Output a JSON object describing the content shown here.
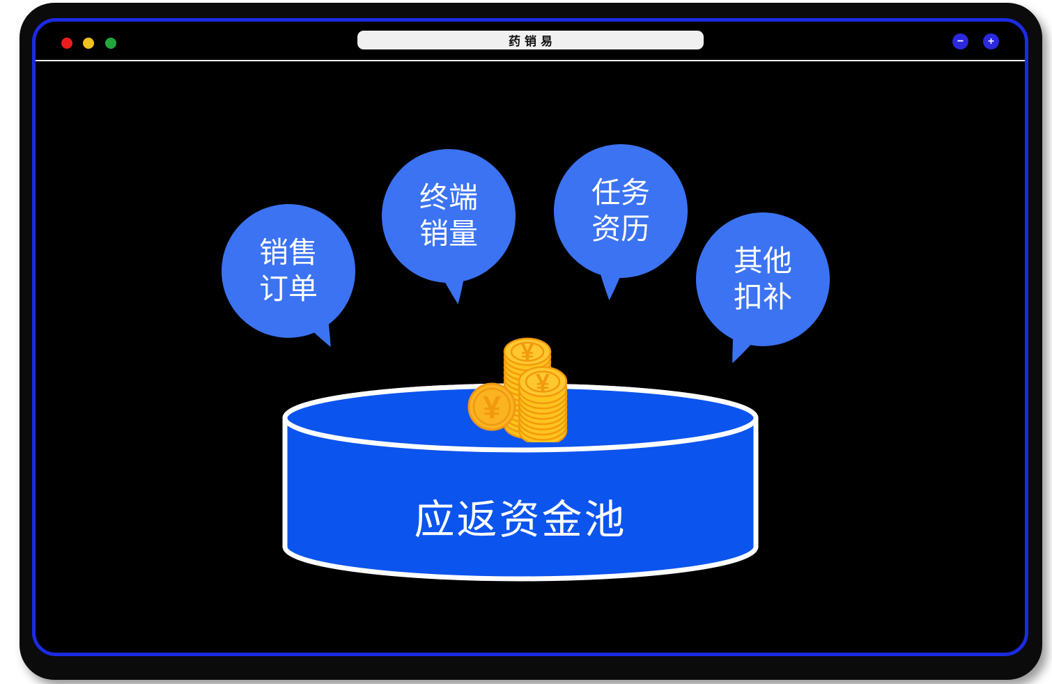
{
  "window": {
    "title": "药销易",
    "minimize_button_glyph": "−",
    "add_button_glyph": "+"
  },
  "diagram": {
    "bubbles": [
      {
        "line1": "销售",
        "line2": "订单"
      },
      {
        "line1": "终端",
        "line2": "销量"
      },
      {
        "line1": "任务",
        "line2": "资历"
      },
      {
        "line1": "其他",
        "line2": "扣补"
      }
    ],
    "pool_label": "应返资金池",
    "currency_symbol": "¥"
  },
  "colors": {
    "bubble_blue": "#3B73F2",
    "pool_blue": "#0C54EE",
    "frame_border_blue": "#1C2BE3",
    "window_control_blue": "#2B28DE",
    "coin_gold": "#FFC31D",
    "coin_orange": "#F2990F",
    "traffic_red": "#EE1C1C",
    "traffic_yellow": "#EDC21D",
    "traffic_green": "#21A63C"
  }
}
